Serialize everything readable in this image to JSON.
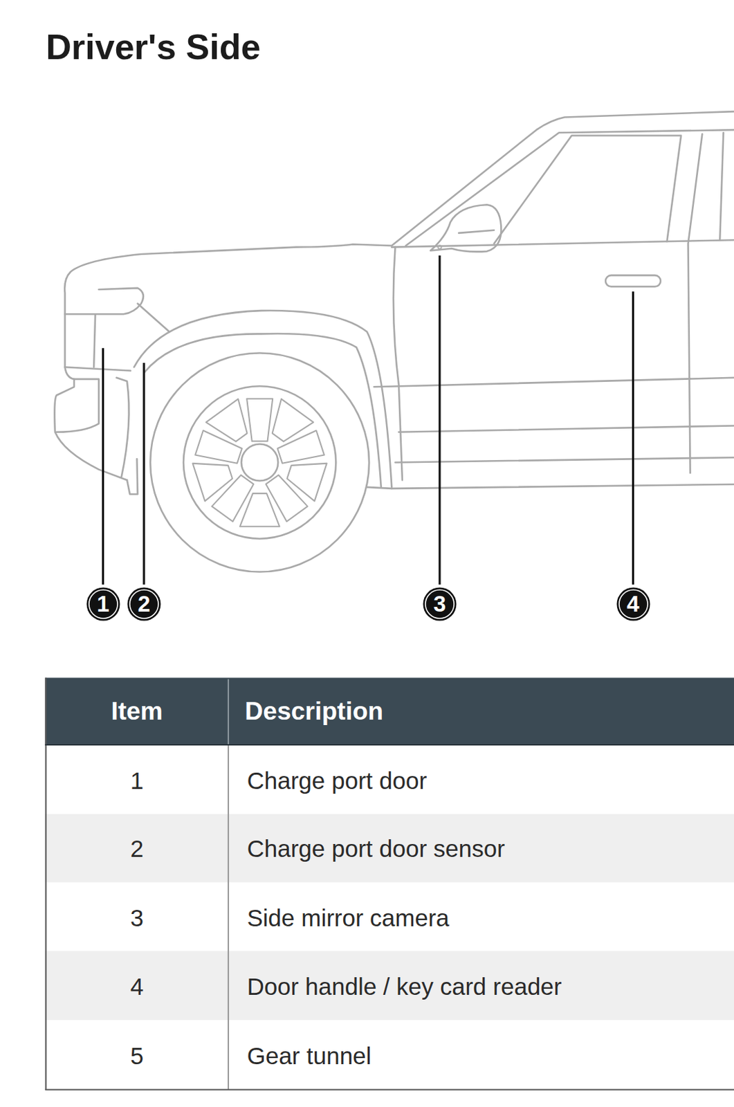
{
  "diagram": {
    "title": "Driver's Side",
    "nodes": [
      {
        "text": [
          "1"
        ]
      },
      {
        "text": [
          "2"
        ]
      },
      {
        "text": [
          "3"
        ]
      },
      {
        "text": [
          "4"
        ]
      }
    ],
    "labels": [
      "Item",
      "Description",
      "1",
      "Charge port door",
      "2",
      "Charge port door sensor",
      "3",
      "Side mirror camera",
      "4",
      "Door handle / key card reader",
      "5",
      "Gear tunnel"
    ]
  }
}
